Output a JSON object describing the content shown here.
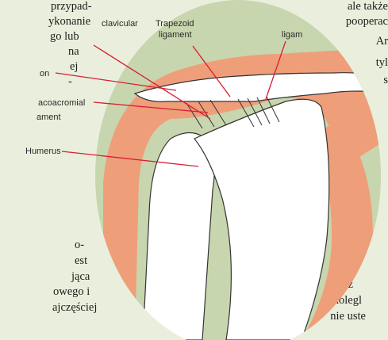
{
  "left_text": [
    "przypad-",
    "ykonanie",
    "go lub",
    "na",
    "ej",
    "-",
    "o-",
    "est",
    "jąca",
    "owego i",
    "ajczęściej"
  ],
  "right_text": [
    "ale także",
    "pooperac",
    "Ar",
    "tyl",
    "s",
    "rz",
    "dolegl",
    "nie uste"
  ],
  "labels": {
    "coracoclavicular": "clavicular",
    "trapezoid_line1": "Trapezoid",
    "trapezoid_line2": "ligament",
    "ligament_right": "ligam",
    "tendon": "on",
    "acromioclavicular_line1": "acoacromial",
    "acromioclavicular_line2": "ament",
    "humerus": "Humerus"
  },
  "colors": {
    "background": "#e9efdc",
    "circle": "#c7d6ae",
    "muscle": "#ef9e7a",
    "bone": "#ffffff",
    "leader": "#d81e34"
  }
}
